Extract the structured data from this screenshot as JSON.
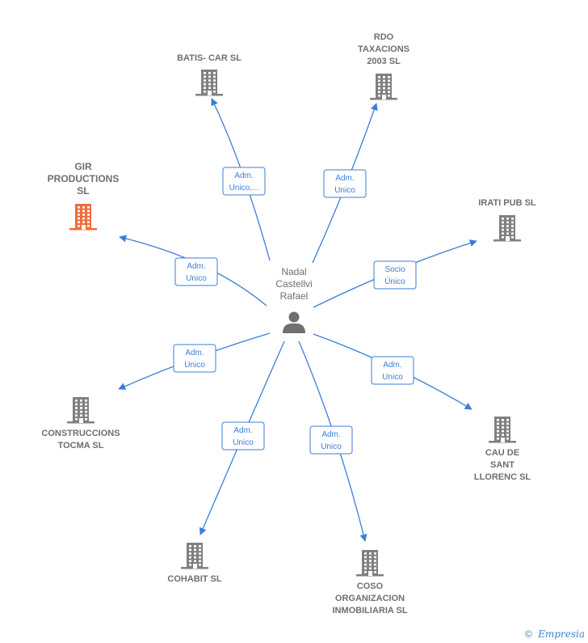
{
  "center": {
    "name": [
      "Nadal",
      "Castellvi",
      "Rafael"
    ],
    "icon": "person-icon"
  },
  "nodes": [
    {
      "id": "batis",
      "label": [
        "BATIS- CAR  SL"
      ],
      "highlight": false
    },
    {
      "id": "rdo",
      "label": [
        "RDO",
        "TAXACIONS",
        "2003 SL"
      ],
      "highlight": false
    },
    {
      "id": "gir",
      "label": [
        "GIR",
        "PRODUCTIONS",
        "SL"
      ],
      "highlight": true
    },
    {
      "id": "irati",
      "label": [
        "IRATI PUB SL"
      ],
      "highlight": false
    },
    {
      "id": "construccions",
      "label": [
        "CONSTRUCCIONS",
        "TOCMA SL"
      ],
      "highlight": false
    },
    {
      "id": "cau",
      "label": [
        "CAU DE",
        "SANT",
        "LLORENC SL"
      ],
      "highlight": false
    },
    {
      "id": "cohabit",
      "label": [
        "COHABIT SL"
      ],
      "highlight": false
    },
    {
      "id": "coso",
      "label": [
        "COSO",
        "ORGANIZACION",
        "INMOBILIARIA SL"
      ],
      "highlight": false
    }
  ],
  "edges": [
    {
      "target": "batis",
      "label": [
        "Adm.",
        "Unico,..."
      ]
    },
    {
      "target": "rdo",
      "label": [
        "Adm.",
        "Unico"
      ]
    },
    {
      "target": "gir",
      "label": [
        "Adm.",
        "Unico"
      ]
    },
    {
      "target": "irati",
      "label": [
        "Socio",
        "Único"
      ]
    },
    {
      "target": "construccions",
      "label": [
        "Adm.",
        "Unico"
      ]
    },
    {
      "target": "cau",
      "label": [
        "Adm.",
        "Unico"
      ]
    },
    {
      "target": "cohabit",
      "label": [
        "Adm.",
        "Unico"
      ]
    },
    {
      "target": "coso",
      "label": [
        "Adm.",
        "Unico"
      ]
    }
  ],
  "colors": {
    "edge": "#3a7fd5",
    "building": "#808080",
    "highlight": "#f26a3d",
    "text": "#6e6e6e"
  },
  "footer": {
    "copyright": "©",
    "brand": "Empresia"
  }
}
